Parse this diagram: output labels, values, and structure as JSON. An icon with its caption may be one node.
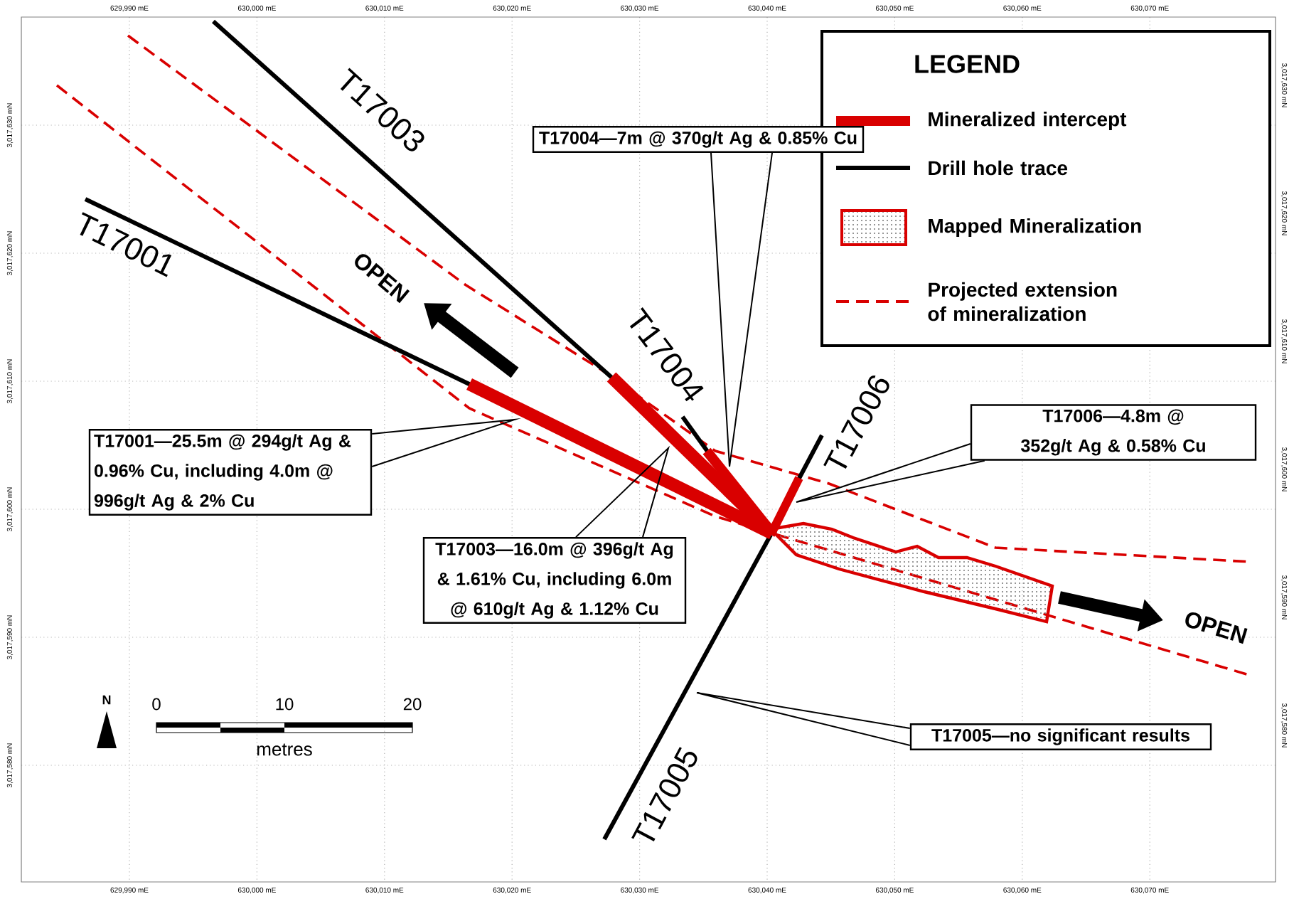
{
  "diagram": {
    "nodes": [
      {
        "text": [
          "T17004—7m @ 370g/t Ag & 0.85% Cu"
        ]
      },
      {
        "text": [
          "T17001—25.5m @ 294g/t Ag & 0.96% Cu, including 4.0m @ 996g/t Ag & 2% Cu"
        ]
      },
      {
        "text": [
          "T17006—4.8m @ 352g/t Ag & 0.58% Cu"
        ]
      },
      {
        "text": [
          "T17003—16.0m @ 396g/t Ag & 1.61% Cu, including 6.0m @ 610g/t Ag & 1.12% Cu"
        ]
      },
      {
        "text": [
          "T17005—no significant results"
        ]
      }
    ],
    "edges": [
      {
        "from": 0,
        "to": null,
        "arrow": "none"
      },
      {
        "from": 1,
        "to": null,
        "arrow": "none"
      },
      {
        "from": 2,
        "to": null,
        "arrow": "none"
      },
      {
        "from": 3,
        "to": null,
        "arrow": "none"
      },
      {
        "from": 4,
        "to": null,
        "arrow": "none"
      }
    ],
    "labels": [
      "629,990 mE",
      "630,000 mE",
      "630,010 mE",
      "630,020 mE",
      "630,030 mE",
      "630,040 mE",
      "630,050 mE",
      "630,060 mE",
      "630,070 mE",
      "LEGEND",
      "3,017,630 mN",
      "3,017,620 mN",
      "3,017,610 mN",
      "3,017,600 mN",
      "3,017,590 mN",
      "3,017,580 mN",
      "3,017,630 mN",
      "3,017,620 mN",
      "3,017,610 mN",
      "3,017,600 mN",
      "3,017,590 mN",
      "3,017,580 mN",
      "T17003",
      "T17001",
      "OPEN",
      "T17004",
      "T17006",
      "OPEN",
      "N",
      "0",
      "10",
      "20",
      "metres",
      "T17005",
      "629,990 mE",
      "630,000 mE",
      "630,010 mE",
      "630,020 mE",
      "630,030 mE",
      "630,040 mE",
      "630,050 mE",
      "630,060 mE",
      "630,070 mE"
    ],
    "legend": [
      {
        "text": "Mineralized intercept"
      },
      {
        "text": "Drill hole trace"
      },
      {
        "text": "Mapped Mineralization"
      },
      {
        "text": "Projected extension of mineralization"
      }
    ]
  }
}
